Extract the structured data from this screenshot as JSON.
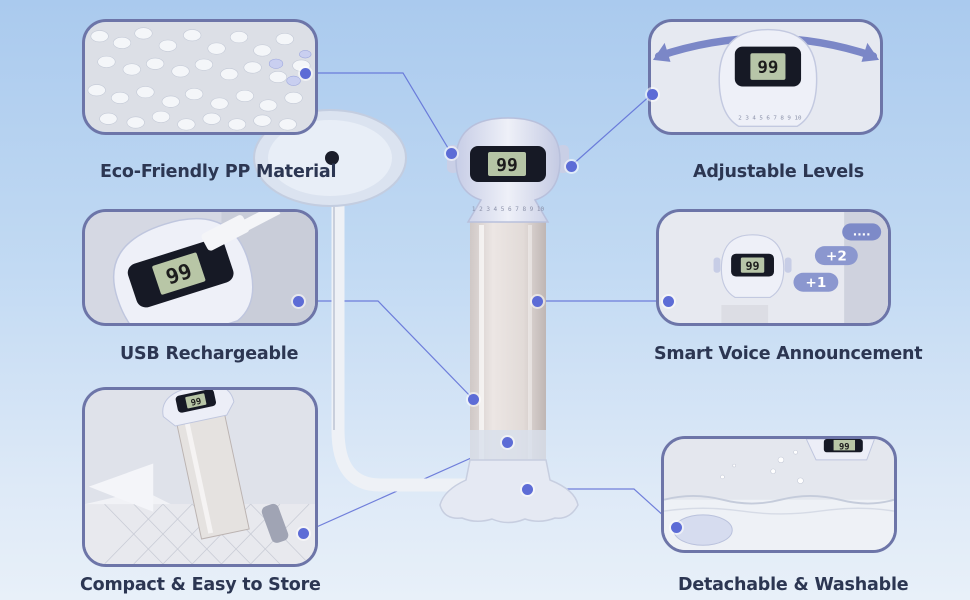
{
  "features": [
    {
      "label": "Eco-Friendly PP Material"
    },
    {
      "label": "Adjustable Levels"
    },
    {
      "label": "USB Rechargeable"
    },
    {
      "label": "Smart Voice Announcement"
    },
    {
      "label": "Compact & Easy to Store"
    },
    {
      "label": "Detachable & Washable"
    }
  ],
  "display": {
    "value": "99"
  },
  "voice": {
    "badges": [
      "+2",
      "+1"
    ],
    "more": "...."
  },
  "colors": {
    "frame": "#6d75a8",
    "accent_dot": "#5d6cd6",
    "label_text": "#2c3652"
  }
}
